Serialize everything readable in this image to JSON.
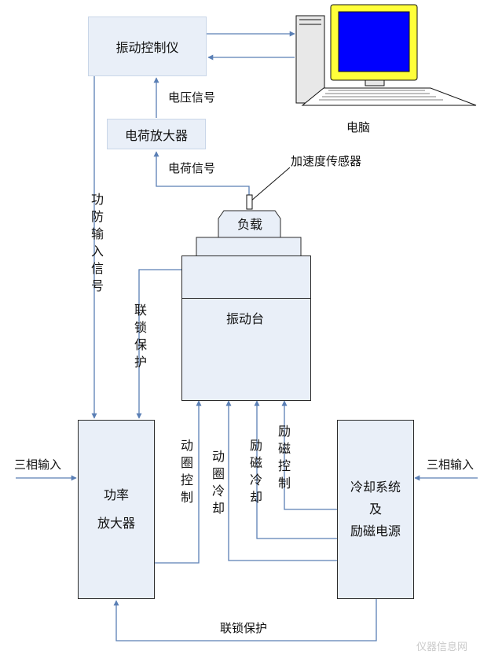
{
  "colors": {
    "line": "#5a7fb5",
    "box_fill": "#e9eff8",
    "box_border": "#2a2a2a"
  },
  "blocks": {
    "controller": "振动控制仪",
    "charge_amp": "电荷放大器",
    "computer": "电脑",
    "load": "负载",
    "shaker": "振动台",
    "power_amp_line1": "功率",
    "power_amp_line2": "放大器",
    "cooling_line1": "冷却系统",
    "cooling_line2": "及",
    "cooling_line3": "励磁电源"
  },
  "labels": {
    "voltage_signal": "电压信号",
    "charge_signal": "电荷信号",
    "accel_sensor": "加速度传感器",
    "power_input_signal": "功防输入信号",
    "interlock_vertical": "联锁保护",
    "interlock_bottom": "联锁保护",
    "coil_control": "动圈控制",
    "coil_cooling": "动圈冷却",
    "exc_cooling": "励磁冷却",
    "exc_control": "励磁控制",
    "three_phase_left": "三相输入",
    "three_phase_right": "三相输入"
  },
  "watermark": "仪器信息网"
}
